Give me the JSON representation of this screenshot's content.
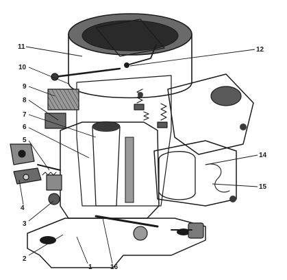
{
  "diagram": {
    "subject": "carburetor-cutaway",
    "callouts": [
      {
        "id": "1",
        "label": "1"
      },
      {
        "id": "2",
        "label": "2"
      },
      {
        "id": "3",
        "label": "3"
      },
      {
        "id": "4",
        "label": "4"
      },
      {
        "id": "5",
        "label": "5"
      },
      {
        "id": "6",
        "label": "6"
      },
      {
        "id": "7",
        "label": "7"
      },
      {
        "id": "8",
        "label": "8"
      },
      {
        "id": "9",
        "label": "9"
      },
      {
        "id": "10",
        "label": "10"
      },
      {
        "id": "11",
        "label": "11"
      },
      {
        "id": "12",
        "label": "12"
      },
      {
        "id": "14",
        "label": "14"
      },
      {
        "id": "15",
        "label": "15"
      },
      {
        "id": "16",
        "label": "16"
      }
    ],
    "colors": {
      "ink": "#1a1a1a",
      "dark_shade": "#3a3a3a",
      "mid_shade": "#7a7a7a",
      "light_shade": "#bdbdbd",
      "paper": "#ffffff"
    }
  }
}
